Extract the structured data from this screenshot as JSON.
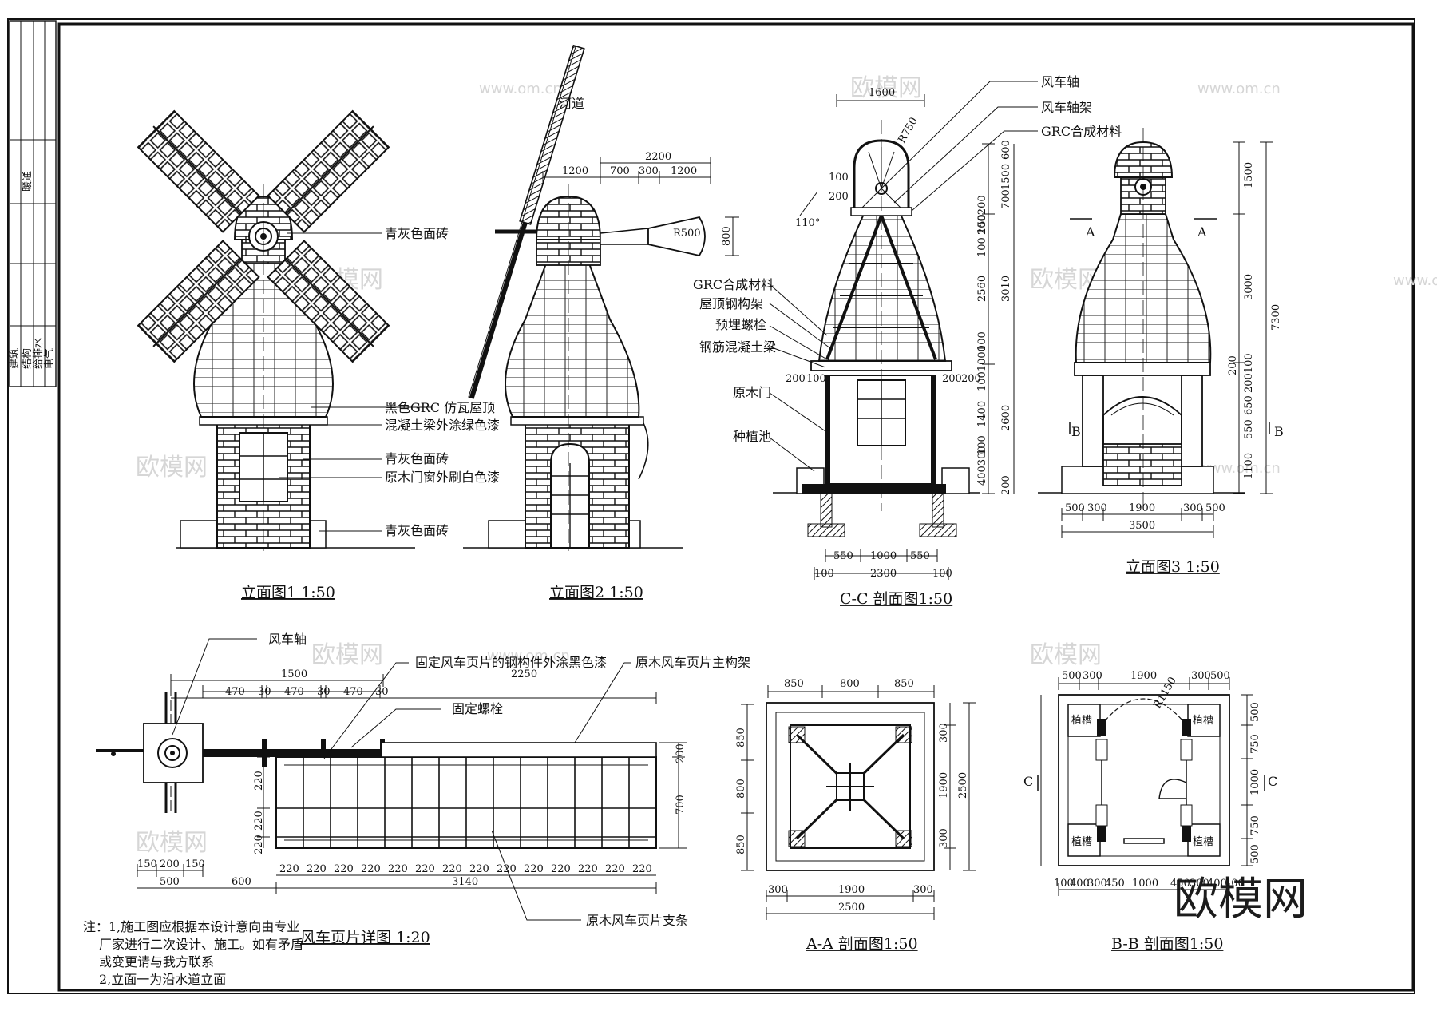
{
  "title_block": {
    "cells": [
      "建筑",
      "结构",
      "给排水",
      "电气",
      "暖通"
    ]
  },
  "views": {
    "elev1": {
      "title": "立面图1 1:50",
      "labels": [
        "青灰色面砖",
        "黑色GRC 仿瓦屋顶",
        "混凝土梁外涂绿色漆",
        "青灰色面砖",
        "原木门窗外刷白色漆",
        "青灰色面砖"
      ]
    },
    "elev2": {
      "title": "立面图2 1:50",
      "river": "河道",
      "dims": [
        "2200",
        "1200",
        "700",
        "300",
        "1200",
        "800",
        "R500"
      ]
    },
    "cc": {
      "title": "C-C 剖面图1:50",
      "top_labels": [
        "风车轴",
        "风车轴架",
        "GRC合成材料"
      ],
      "left_labels": [
        "GRC合成材料",
        "屋顶钢构架",
        "预埋螺栓",
        "钢筋混凝土梁",
        "原木门",
        "种植池"
      ],
      "dims": [
        "1600",
        "R750",
        "110°",
        "100",
        "200",
        "550",
        "1000",
        "550",
        "100",
        "2300",
        "100",
        "200",
        "100",
        "200",
        "200",
        "100",
        "100",
        "400",
        "100",
        "200"
      ],
      "vdims": [
        "600",
        "1500",
        "700",
        "200200",
        "100 150",
        "2560",
        "3010",
        "100",
        "1001000",
        "1400",
        "2600",
        "100",
        "400300",
        "200"
      ]
    },
    "elev3": {
      "title": "立面图3 1:50",
      "dims": [
        "500",
        "300",
        "1900",
        "300",
        "500",
        "3500"
      ],
      "vdims": [
        "1500",
        "3000",
        "7300",
        "200",
        "200100",
        "650",
        "550",
        "1100"
      ],
      "section_marks": [
        "A",
        "A",
        "B",
        "B"
      ]
    },
    "blade": {
      "title": "风车页片详图 1:20",
      "labels": [
        "风车轴",
        "固定风车页片的钢构件外涂黑色漆",
        "原木风车页片主构架",
        "固定螺栓",
        "原木风车页片支条"
      ],
      "top_dims": [
        "1500",
        "2250",
        "470",
        "30",
        "470",
        "30",
        "470",
        "30"
      ],
      "left_dims": [
        "220",
        "220",
        "220"
      ],
      "right_dims": [
        "200",
        "700"
      ],
      "bottom_dims": [
        "150",
        "200",
        "150",
        "500",
        "600",
        "3140"
      ],
      "slat": "220"
    },
    "aa": {
      "title": "A-A 剖面图1:50",
      "dims_top": [
        "850",
        "800",
        "850"
      ],
      "dims_bottom": [
        "300",
        "1900",
        "300",
        "2500"
      ],
      "dims_left": [
        "850",
        "800",
        "850"
      ],
      "dims_right": [
        "300",
        "1900",
        "300",
        "2500"
      ]
    },
    "bb": {
      "title": "B-B 剖面图1:50",
      "dims_top": [
        "500",
        "300",
        "1900",
        "300",
        "500"
      ],
      "dims_bottom": [
        "100",
        "400",
        "300",
        "450",
        "1000",
        "450",
        "300",
        "400",
        "100"
      ],
      "dims_right": [
        "500",
        "750",
        "1000",
        "750",
        "500"
      ],
      "radius": "R1150",
      "planter": "植槽",
      "section_marks": [
        "C",
        "C"
      ]
    }
  },
  "notes": {
    "line1": "注：1,施工图应根据本设计意向由专业",
    "line2": "厂家进行二次设计、施工。如有矛盾",
    "line3": "或变更请与我方联系",
    "line4": "2,立面一为沿水道立面"
  },
  "watermark": {
    "logo": "欧模网",
    "url": "www.om.cn"
  }
}
